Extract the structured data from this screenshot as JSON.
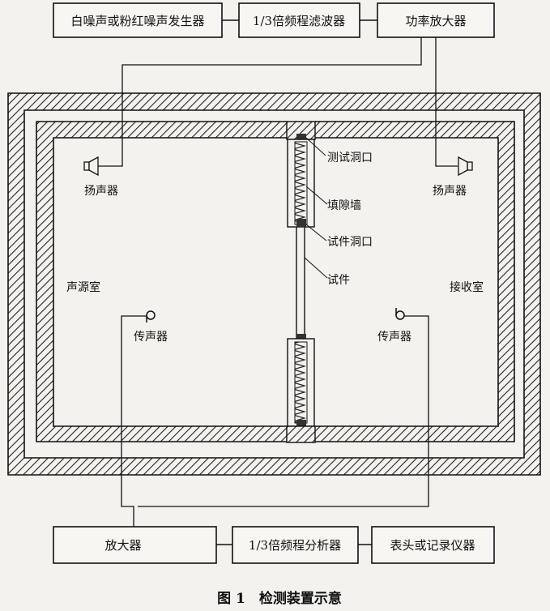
{
  "top_boxes": {
    "noise_generator": "白噪声或粉红噪声发生器",
    "filter": "1/3倍频程滤波器",
    "amplifier": "功率放大器"
  },
  "bottom_boxes": {
    "amplifier": "放大器",
    "analyzer": "1/3倍频程分析器",
    "recorder": "表头或记录仪器"
  },
  "labels": {
    "speaker_left": "扬声器",
    "speaker_right": "扬声器",
    "test_opening": "测试洞口",
    "filler_wall": "填隙墙",
    "specimen_opening": "试件洞口",
    "specimen": "试件",
    "source_room": "声源室",
    "receiving_room": "接收室",
    "mic_left": "传声器",
    "mic_right": "传声器"
  },
  "caption": "图 1　检测装置示意"
}
